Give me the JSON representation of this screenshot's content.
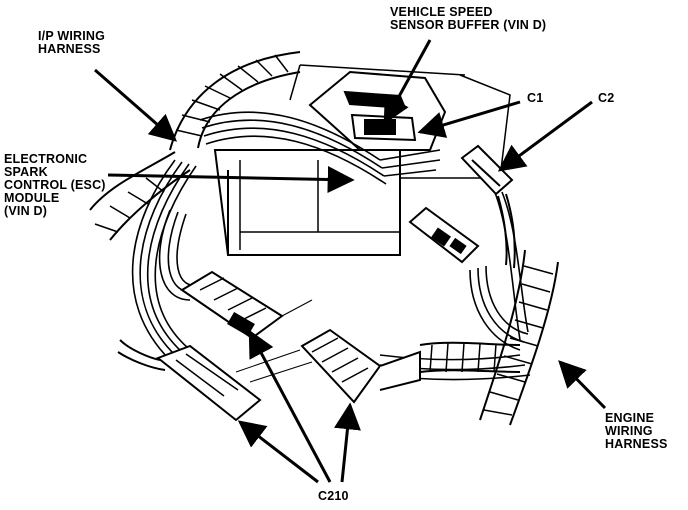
{
  "labels": {
    "ip_harness": {
      "lines": [
        "I/P WIRING",
        "HARNESS"
      ]
    },
    "vss_buffer": {
      "lines": [
        "VEHICLE SPEED",
        "SENSOR BUFFER (VIN D)"
      ]
    },
    "c1": {
      "text": "C1"
    },
    "c2": {
      "text": "C2"
    },
    "esc_module": {
      "lines": [
        "ELECTRONIC",
        "SPARK",
        "CONTROL (ESC)",
        "MODULE",
        "(VIN D)"
      ]
    },
    "engine_harness": {
      "lines": [
        "ENGINE",
        "WIRING",
        "HARNESS"
      ]
    },
    "c210": {
      "text": "C210"
    }
  },
  "colors": {
    "ink": "#000000",
    "paper": "#ffffff"
  }
}
